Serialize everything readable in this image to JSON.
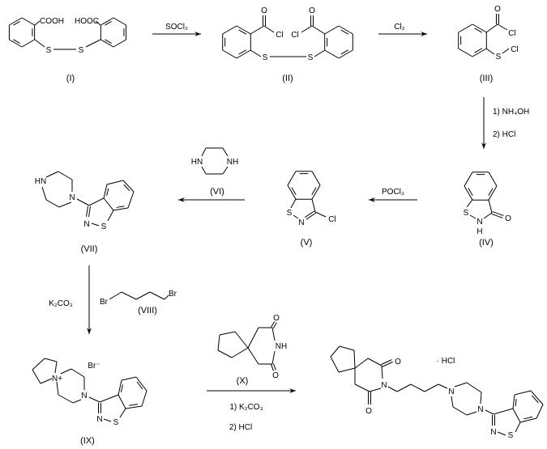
{
  "atoms": {
    "S": "S",
    "N": "N",
    "Cl": "Cl",
    "O": "O",
    "H": "H",
    "HN": "HN",
    "NH": "NH",
    "Br": "Br",
    "Nplus": "N+",
    "Brminus": "Br⁻",
    "COOH": "COOH",
    "HOOC": "HOOC",
    "saltHCl": "· HCl"
  },
  "compounds": {
    "I": "(I)",
    "II": "(II)",
    "III": "(III)",
    "IV": "(IV)",
    "V": "(V)",
    "VI": "(VI)",
    "VII": "(VII)",
    "VIII": "(VIII)",
    "IX": "(IX)",
    "X": "(X)"
  },
  "reagents": {
    "socl2": "SOCl₂",
    "cl2": "Cl₂",
    "nh4oh": "1) NH₄OH",
    "hcl_step3": "2) HCl",
    "pocl3": "POCl₃",
    "k2co3": "K₂CO₃",
    "k2co3_final": "1) K₂CO₃",
    "hcl_final": "2) HCl"
  }
}
